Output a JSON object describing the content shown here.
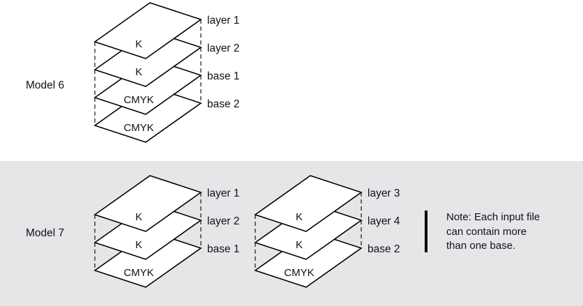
{
  "models": [
    {
      "name": "Model 6",
      "stacks": [
        {
          "planes": [
            {
              "content": "K",
              "side_label": "layer 1"
            },
            {
              "content": "K",
              "side_label": "layer 2"
            },
            {
              "content": "CMYK",
              "side_label": "base 1"
            },
            {
              "content": "CMYK",
              "side_label": "base 2"
            }
          ]
        }
      ]
    },
    {
      "name": "Model 7",
      "stacks": [
        {
          "planes": [
            {
              "content": "K",
              "side_label": "layer 1"
            },
            {
              "content": "K",
              "side_label": "layer 2"
            },
            {
              "content": "CMYK",
              "side_label": "base 1"
            }
          ]
        },
        {
          "planes": [
            {
              "content": "K",
              "side_label": "layer 3"
            },
            {
              "content": "K",
              "side_label": "layer 4"
            },
            {
              "content": "CMYK",
              "side_label": "base 2"
            }
          ]
        }
      ]
    }
  ],
  "note": {
    "lines": [
      "Note: Each input file",
      "can contain more",
      "than one base."
    ]
  },
  "colors": {
    "band_background": "#e5e6e8",
    "plane_fill": "#ffffff",
    "stroke": "#000000"
  }
}
